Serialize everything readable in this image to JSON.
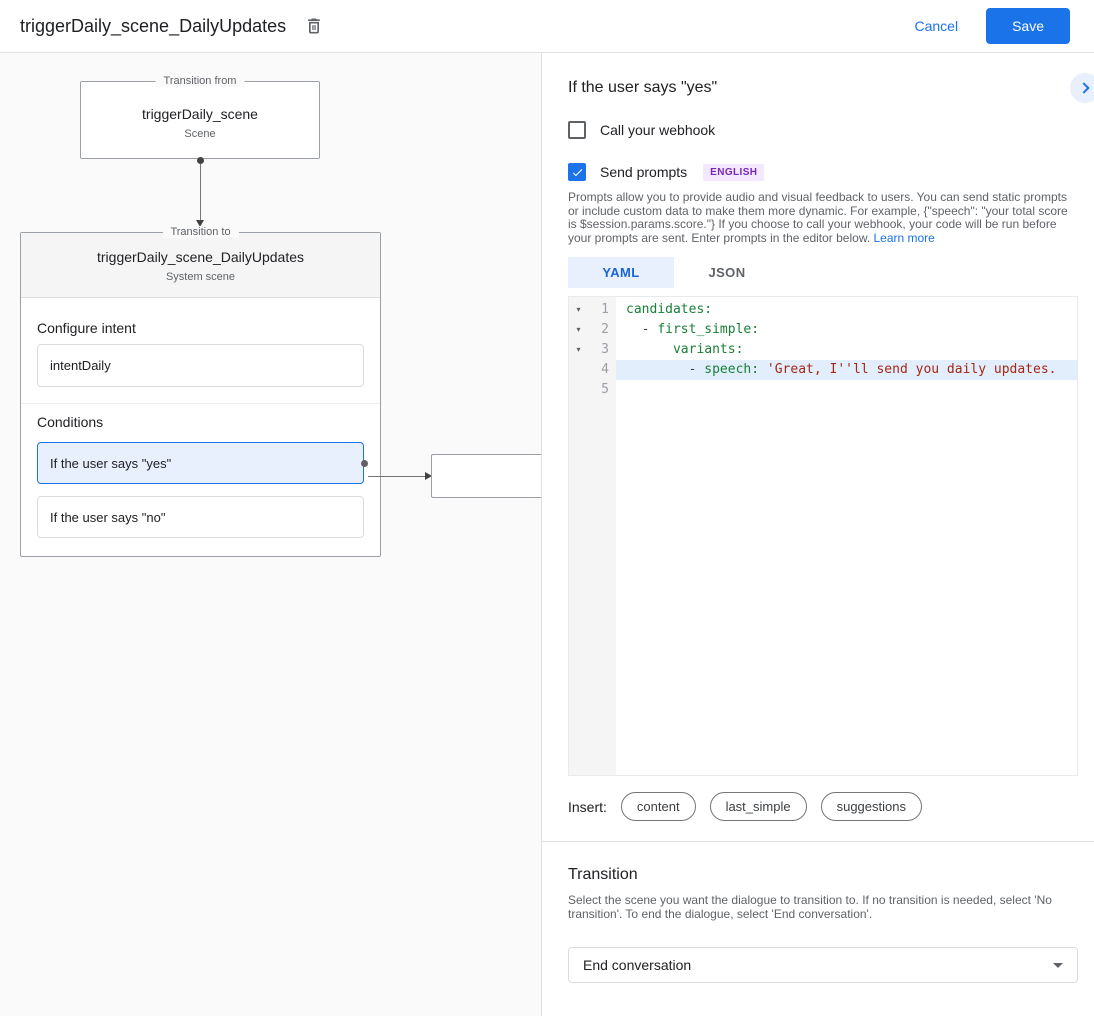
{
  "header": {
    "title": "triggerDaily_scene_DailyUpdates",
    "delete_icon": "trash-icon",
    "cancel_label": "Cancel",
    "save_label": "Save"
  },
  "diagram": {
    "from_box": {
      "legend": "Transition from",
      "name": "triggerDaily_scene",
      "type": "Scene"
    },
    "to_box": {
      "legend": "Transition to",
      "name": "triggerDaily_scene_DailyUpdates",
      "type": "System scene",
      "configure_intent_label": "Configure intent",
      "intent_value": "intentDaily",
      "conditions_label": "Conditions",
      "conditions": [
        {
          "label": "If the user says \"yes\"",
          "selected": true
        },
        {
          "label": "If the user says \"no\"",
          "selected": false
        }
      ]
    }
  },
  "panel": {
    "title": "If the user says \"yes\"",
    "collapse_icon": "chevron-right-icon",
    "webhook": {
      "label": "Call your webhook",
      "checked": false
    },
    "prompts": {
      "label": "Send prompts",
      "checked": true,
      "badge": "ENGLISH"
    },
    "description": "Prompts allow you to provide audio and visual feedback to users. You can send static prompts or include custom data to make them more dynamic. For example, {\"speech\": \"your total score is $session.params.score.\"} If you choose to call your webhook, your code will be run before your prompts are sent. Enter prompts in the editor below. ",
    "learn_more": "Learn more",
    "tabs": [
      {
        "label": "YAML",
        "active": true
      },
      {
        "label": "JSON",
        "active": false
      }
    ],
    "editor": {
      "lines": [
        {
          "num": "1",
          "fold": true,
          "highlight": false,
          "tokens": [
            {
              "c": "key",
              "s": "candidates:"
            }
          ]
        },
        {
          "num": "2",
          "fold": true,
          "highlight": false,
          "tokens": [
            {
              "c": "plain",
              "s": "  - "
            },
            {
              "c": "key",
              "s": "first_simple:"
            }
          ]
        },
        {
          "num": "3",
          "fold": true,
          "highlight": false,
          "tokens": [
            {
              "c": "plain",
              "s": "      "
            },
            {
              "c": "key",
              "s": "variants:"
            }
          ]
        },
        {
          "num": "4",
          "fold": false,
          "highlight": true,
          "tokens": [
            {
              "c": "plain",
              "s": "        - "
            },
            {
              "c": "key",
              "s": "speech:"
            },
            {
              "c": "plain",
              "s": " "
            },
            {
              "c": "str",
              "s": "'Great, I''ll send you daily updates."
            }
          ]
        },
        {
          "num": "5",
          "fold": false,
          "highlight": false,
          "tokens": []
        }
      ]
    },
    "insert": {
      "label": "Insert:",
      "chips": [
        "content",
        "last_simple",
        "suggestions"
      ]
    },
    "transition": {
      "title": "Transition",
      "description": "Select the scene you want the dialogue to transition to. If no transition is needed, select 'No transition'. To end the dialogue, select 'End conversation'.",
      "select_value": "End conversation"
    }
  }
}
